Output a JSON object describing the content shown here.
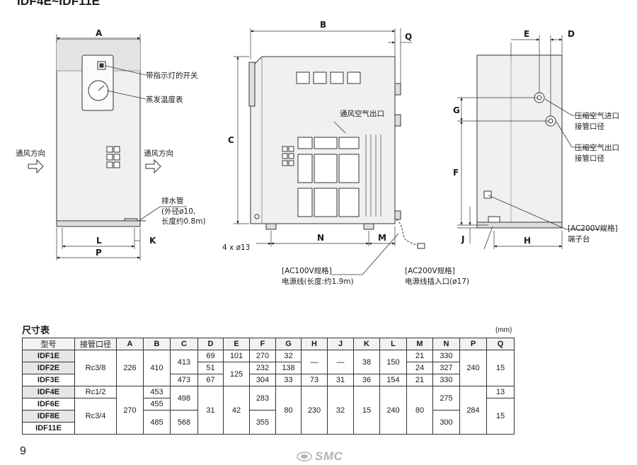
{
  "title": "IDF4E~IDF11E",
  "dims": {
    "A": "A",
    "B": "B",
    "C": "C",
    "D": "D",
    "E": "E",
    "F": "F",
    "G": "G",
    "H": "H",
    "J": "J",
    "K": "K",
    "L": "L",
    "M": "M",
    "N": "N",
    "P": "P",
    "Q": "Q"
  },
  "front": {
    "lamp_switch": "带指示灯的开关",
    "thermometer": "蒸发温度表",
    "airflow_in": "通风方向",
    "airflow_out": "通风方向",
    "drain_1": "排水管",
    "drain_2": "(外径ø10,",
    "drain_3": "长度约0.8m)"
  },
  "side": {
    "vent_out": "通风空气出口",
    "holes": "4 x ø13",
    "ac100_1": "[AC100V规格]",
    "ac100_2": "电源线(长度:约1.9m)",
    "ac200_1": "[AC200V规格]",
    "ac200_2": "电源线插入口(ø17)"
  },
  "right": {
    "inlet_1": "压缩空气进口",
    "inlet_2": "接管口径",
    "outlet_1": "压缩空气出口",
    "outlet_2": "接管口径",
    "ac200_terminal_1": "[AC200V规格]",
    "ac200_terminal_2": "端子台"
  },
  "table": {
    "title": "尺寸表",
    "unit": "(mm)",
    "headers": [
      "型号",
      "接管口径",
      "A",
      "B",
      "C",
      "D",
      "E",
      "F",
      "G",
      "H",
      "J",
      "K",
      "L",
      "M",
      "N",
      "P",
      "Q"
    ],
    "models": [
      "IDF1E",
      "IDF2E",
      "IDF3E",
      "IDF4E",
      "IDF6E",
      "IDF8E",
      "IDF11E"
    ],
    "pipe": [
      "Rc3/8",
      "Rc1/2",
      "Rc3/4"
    ],
    "A": [
      "226",
      "270"
    ],
    "B": [
      "410",
      "453",
      "455",
      "485"
    ],
    "C": [
      "413",
      "473",
      "498",
      "568"
    ],
    "D": [
      "69",
      "51",
      "67",
      "31"
    ],
    "E": [
      "101",
      "125",
      "42"
    ],
    "F": [
      "270",
      "232",
      "304",
      "283",
      "355"
    ],
    "G": [
      "32",
      "138",
      "33",
      "80"
    ],
    "H": [
      "—",
      "73",
      "230"
    ],
    "J": [
      "—",
      "31",
      "32"
    ],
    "K": [
      "38",
      "36",
      "15"
    ],
    "L": [
      "150",
      "154",
      "240"
    ],
    "M": [
      "21",
      "24",
      "21",
      "80"
    ],
    "N": [
      "330",
      "327",
      "330",
      "275",
      "300"
    ],
    "P": [
      "240",
      "284"
    ],
    "Q": [
      "15",
      "13",
      "15"
    ]
  },
  "page_number": "9",
  "brand": "SMC"
}
